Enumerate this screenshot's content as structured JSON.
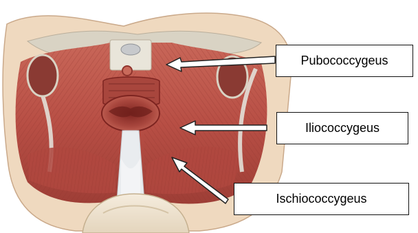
{
  "labels": {
    "pubococcygeus": "Pubococcygeus",
    "iliococcygeus": "Iliococcygeus",
    "ischiococcygeus": "Ischiococcygeus"
  },
  "colors": {
    "muscle": "#b84f45",
    "muscle_light": "#d98873",
    "fascia": "#d9d3c4",
    "skin": "#efd9bf",
    "bone": "#f3eadb",
    "tendon": "#e9ecef",
    "arrow_fill": "#ffffff",
    "arrow_stroke": "#222222"
  }
}
